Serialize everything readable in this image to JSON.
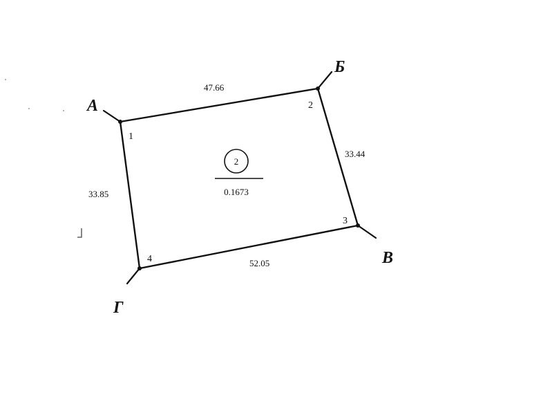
{
  "diagram": {
    "corners": {
      "a": "А",
      "b": "Б",
      "v": "В",
      "g": "Г"
    },
    "vertices": [
      "1",
      "2",
      "3",
      "4"
    ],
    "sides": {
      "top": "47.66",
      "right": "33.44",
      "bottom": "52.05",
      "left": "33.85"
    },
    "parcel": {
      "number": "2",
      "area": "0.1673"
    }
  }
}
